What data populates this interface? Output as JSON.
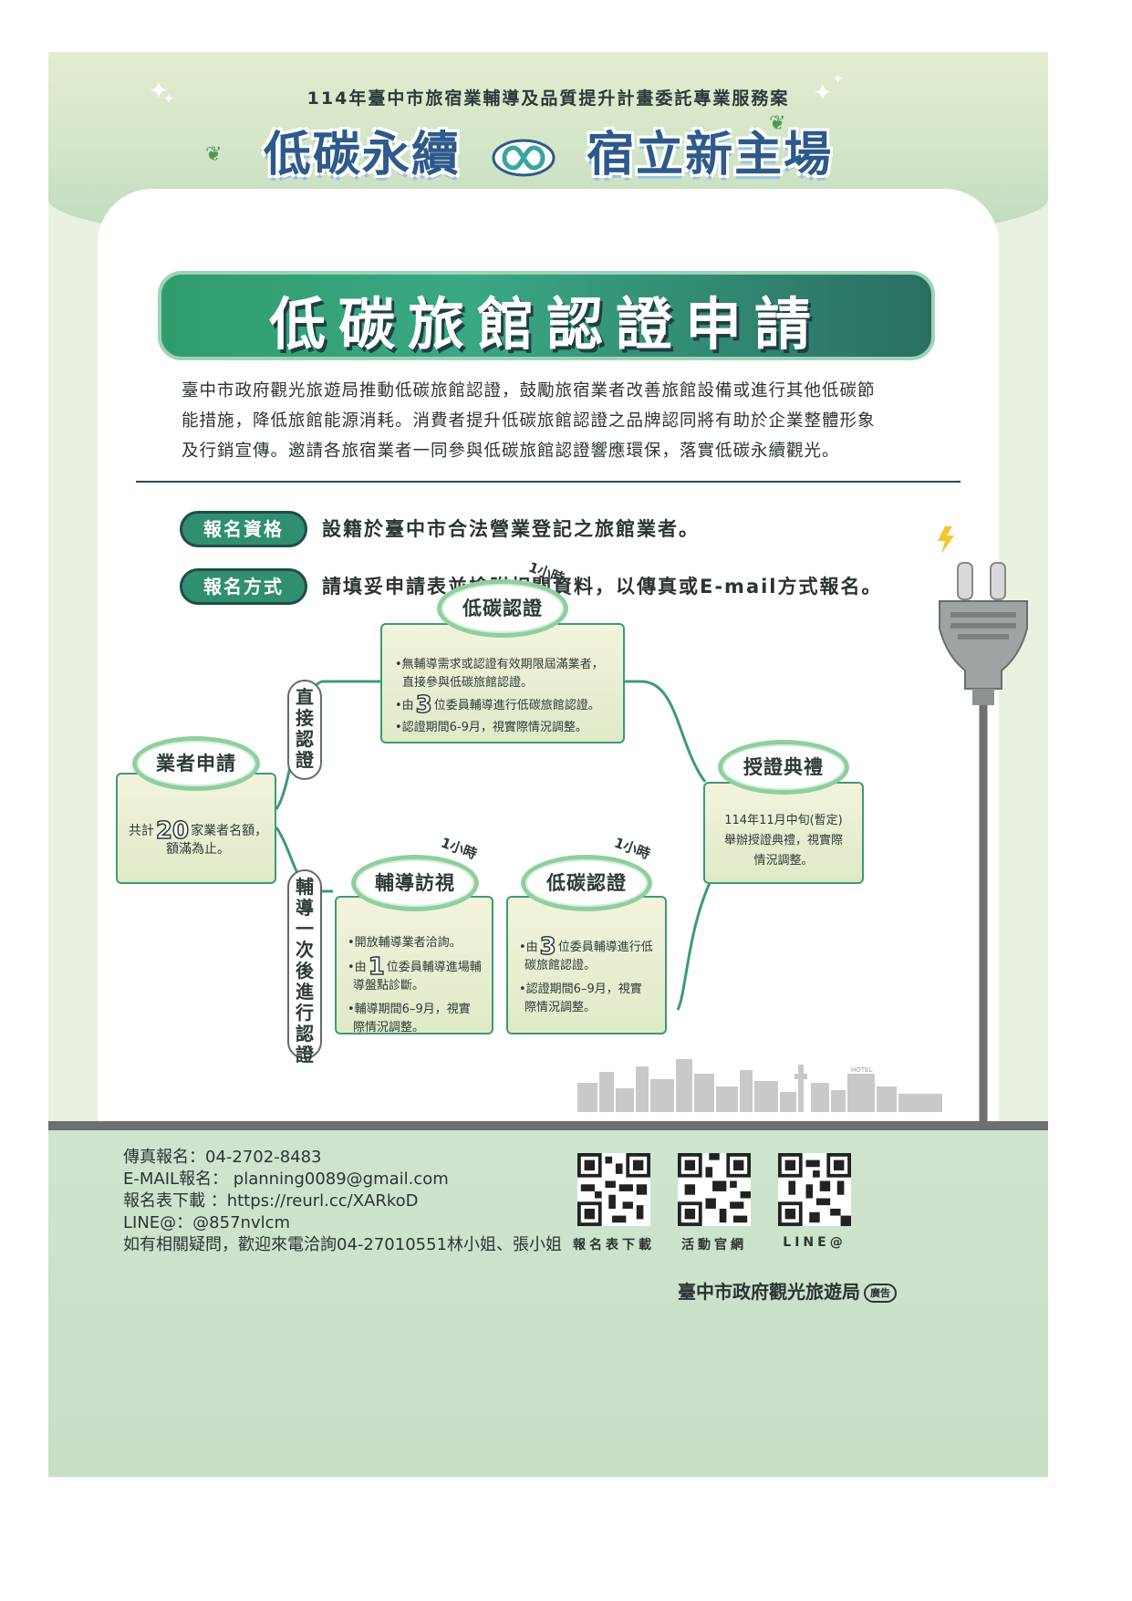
{
  "header": {
    "subtitle": "114年臺中市旅宿業輔導及品質提升計畫委託專業服務案",
    "logo_left": "低碳永續",
    "logo_right": "宿立新主場"
  },
  "banner": {
    "title": "低碳旅館認證申請"
  },
  "intro": {
    "line1": "臺中市政府觀光旅遊局推動低碳旅館認證，鼓勵旅宿業者改善旅館設備或進行其他低碳節",
    "line2": "能措施，降低旅館能源消耗。消費者提升低碳旅館認證之品牌認同將有助於企業整體形象",
    "line3": "及行銷宣傳。邀請各旅宿業者一同參與低碳旅館認證響應環保，落實低碳永續觀光。"
  },
  "requirements": {
    "eligibility_label": "報名資格",
    "eligibility_text": "設籍於臺中市合法營業登記之旅館業者。",
    "method_label": "報名方式",
    "method_text": "請填妥申請表並檢附相關資料，以傳真或E-mail方式報名。"
  },
  "flow": {
    "apply": {
      "title": "業者申請",
      "pre": "共計",
      "num": "20",
      "post": "家業者名額，",
      "line2": "額滿為止。"
    },
    "direct_label": "直接認證",
    "guided_label": "輔導一次後進行認證",
    "top_cert": {
      "title": "低碳認證",
      "hour": "1小時",
      "b1_l1": "•無輔導需求或認證有效期限屆滿業者，",
      "b1_l2": "直接參與低碳旅館認證。",
      "b2_pre": "•由",
      "b2_num": "3",
      "b2_post": "位委員輔導進行低碳旅館認證。",
      "b3": "•認證期間6-9月，視實際情況調整。"
    },
    "visit": {
      "title": "輔導訪視",
      "hour": "1小時",
      "b1": "•開放輔導業者洽詢。",
      "b2_pre": "•由",
      "b2_num": "1",
      "b2_post": "位委員輔導進場輔",
      "b2_l2": "導盤點診斷。",
      "b3_l1": "•輔導期間6–9月，視實",
      "b3_l2": "際情況調整。"
    },
    "bottom_cert": {
      "title": "低碳認證",
      "hour": "1小時",
      "b1_pre": "•由",
      "b1_num": "3",
      "b1_post": "位委員輔導進行低",
      "b1_l2": "碳旅館認證。",
      "b2_l1": "•認證期間6–9月，視實",
      "b2_l2": "際情況調整。"
    },
    "ceremony": {
      "title": "授證典禮",
      "l1": "114年11月中旬(暫定)",
      "l2": "舉辦授證典禮，視實際",
      "l3": "情況調整。"
    }
  },
  "footer": {
    "fax": "傳真報名：04-2702-8483",
    "email": "E-MAIL報名： planning0089@gmail.com",
    "form": "報名表下載 ：https://reurl.cc/XARkoD",
    "line": "LINE@：@857nvlcm",
    "contact": "如有相關疑問，歡迎來電洽詢04-27010551林小姐、張小姐",
    "qr_labels": [
      "報名表下載",
      "活動官網",
      "LINE@"
    ],
    "agency": "臺中市政府觀光旅遊局",
    "ad_badge": "廣告",
    "hotel_sign": "HOTEL"
  },
  "colors": {
    "primary_green": "#2f8f6f",
    "oval_border": "#8fcf9f",
    "title_blue": "#2d5a8a"
  },
  "icons": [
    "sparkle-icon",
    "leaf-icon",
    "infinity-icon",
    "plug-icon",
    "lightning-icon",
    "qr-code",
    "skyline"
  ]
}
